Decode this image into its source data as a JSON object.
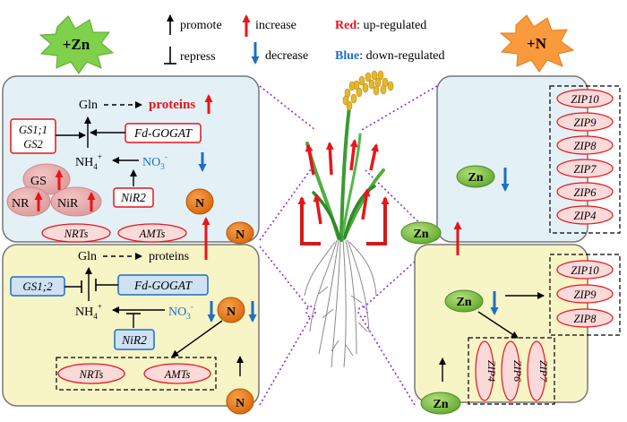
{
  "legend": {
    "promote": "promote",
    "repress": "repress",
    "increase": "increase",
    "decrease": "decrease",
    "red_word": "Red",
    "red_desc": ": up-regulated",
    "blue_word": "Blue",
    "blue_desc": ": down-regulated"
  },
  "badges": {
    "zn": "+Zn",
    "n": "+N"
  },
  "top_left_cell": {
    "gln": "Gln",
    "proteins": "proteins",
    "gs_box": [
      "GS1;1",
      "GS2"
    ],
    "fd_gogat": "Fd-GOGAT",
    "nh4": "NH",
    "nh4_sub": "4",
    "nh4_sup": "+",
    "no3": "NO",
    "no3_sub": "3",
    "no3_sup": "-",
    "gs": "GS",
    "nr": "NR",
    "nir": "NiR",
    "nir2": "NiR2",
    "n": "N",
    "nrts": "NRTs",
    "amts": "AMTs"
  },
  "bottom_left_cell": {
    "gln": "Gln",
    "proteins": "proteins",
    "gs_box": "GS1;2",
    "fd_gogat": "Fd-GOGAT",
    "nh4": "NH",
    "nh4_sub": "4",
    "nh4_sup": "+",
    "no3": "NO",
    "no3_sub": "3",
    "no3_sup": "-",
    "nir2": "NiR2",
    "n": "N",
    "nrts": "NRTs",
    "amts": "AMTs"
  },
  "external_n": [
    "N",
    "N"
  ],
  "top_right_cell": {
    "zn": "Zn",
    "zips": [
      "ZIP10",
      "ZIP9",
      "ZIP8",
      "ZIP7",
      "ZIP6",
      "ZIP4"
    ]
  },
  "bottom_right_cell": {
    "zn": "Zn",
    "zips": [
      "ZIP10",
      "ZIP9",
      "ZIP8"
    ],
    "vertical_zips": [
      "ZIP4",
      "ZIP6",
      "ZIP7"
    ]
  },
  "external_zn": [
    "Zn",
    "Zn"
  ],
  "colors": {
    "red": "#e8141b",
    "blue": "#1d6fc0",
    "cell_top": "#e3f1f7",
    "cell_bottom": "#f7f4c6",
    "zn_green": "#7fc241",
    "n_orange": "#e8781a",
    "purple": "#8b2be2"
  }
}
